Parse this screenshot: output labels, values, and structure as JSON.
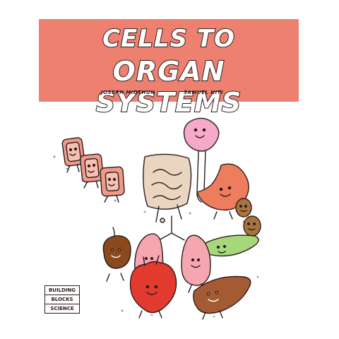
{
  "book": {
    "title_line1": "CELLS TO",
    "title_line2": "ORGAN SYSTEMS",
    "author1": "JOSEPH MIDTHUN",
    "author2": "SAMUEL HITI",
    "series": [
      "BUILDING",
      "BLOCKS",
      "SCIENCE"
    ]
  },
  "colors": {
    "banner": "#ee8070",
    "outline": "#2a1c1a",
    "cell": "#f09a8a",
    "brain": "#f7a9c9",
    "stomach": "#ee7d5e",
    "intestine": "#ead6c0",
    "kidney": "#a8733f",
    "gallbladder": "#a6d77a",
    "lung": "#f6a6b0",
    "heart": "#e23a2e",
    "liver": "#a45a33",
    "bladder": "#8a4a1e"
  },
  "icons": [
    "cell-character",
    "brain-character",
    "stomach-character",
    "intestine-character",
    "kidney-character",
    "lung-character",
    "heart-character",
    "liver-character",
    "gallbladder-character",
    "bladder-character"
  ]
}
